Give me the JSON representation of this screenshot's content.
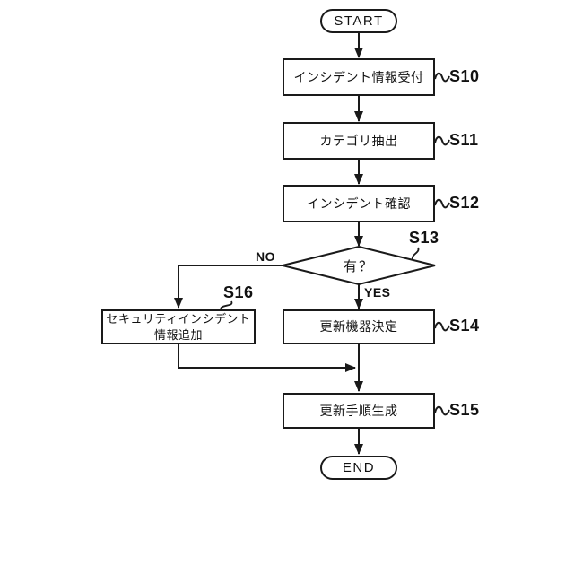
{
  "figure": {
    "type": "flowchart",
    "colors": {
      "background": "#ffffff",
      "line": "#1a1a1a",
      "text": "#111111"
    }
  },
  "nodes": {
    "start": {
      "label": "START"
    },
    "s10": {
      "step": "S10",
      "label": "インシデント情報受付"
    },
    "s11": {
      "step": "S11",
      "label": "カテゴリ抽出"
    },
    "s12": {
      "step": "S12",
      "label": "インシデント確認"
    },
    "s13": {
      "step": "S13",
      "label": "有？"
    },
    "s14": {
      "step": "S14",
      "label": "更新機器決定"
    },
    "s15": {
      "step": "S15",
      "label": "更新手順生成"
    },
    "s16": {
      "step": "S16",
      "label_line1": "セキュリティインシデント",
      "label_line2": "情報追加"
    },
    "end": {
      "label": "END"
    }
  },
  "branches": {
    "no": "NO",
    "yes": "YES"
  }
}
